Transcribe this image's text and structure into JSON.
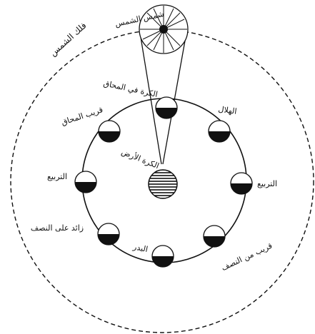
{
  "diagram": {
    "sun_orbit_label": "فلك الشمس",
    "sun_label": "شمس الشمس",
    "earth_label": "الكرة الأرض",
    "phases": [
      {
        "id": "conjunction",
        "label": "الكرة في المحاق"
      },
      {
        "id": "crescent",
        "label": "الهلال"
      },
      {
        "id": "first-quarter",
        "label": "التربيع"
      },
      {
        "id": "waxing-gibbous",
        "label": "قريب من النصف"
      },
      {
        "id": "full",
        "label": "البدر"
      },
      {
        "id": "waning-gibbous",
        "label": "زائد على النصف"
      },
      {
        "id": "last-quarter",
        "label": "التربيع"
      },
      {
        "id": "near-conjunction",
        "label": "قريب المحاق"
      }
    ]
  }
}
